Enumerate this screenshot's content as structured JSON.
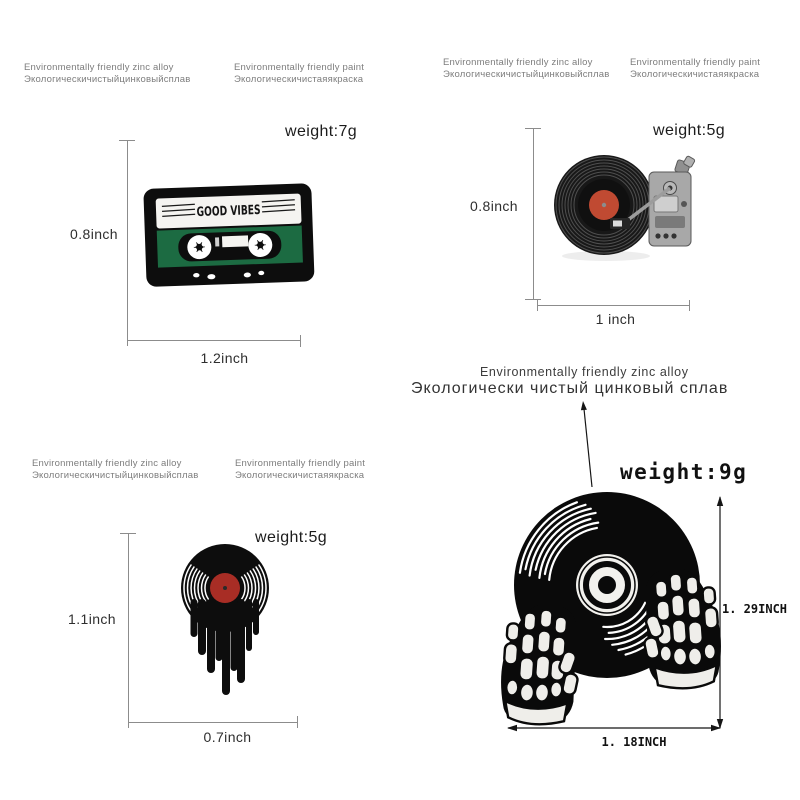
{
  "notes": {
    "zinc": {
      "en": "Environmentally friendly zinc alloy",
      "ru": "Экологическичистыйцинковыйсплав"
    },
    "paint": {
      "en": "Environmentally friendly paint",
      "ru": "Экологическичистаяякраска"
    },
    "center": {
      "en": "Environmentally friendly zinc alloy",
      "ru": "Экологически чистый цинковый сплав"
    }
  },
  "cassette": {
    "art_label": "GOOD VIBES",
    "weight": "weight:7g",
    "dim_height": "0.8inch",
    "dim_width": "1.2inch"
  },
  "turntable": {
    "weight": "weight:5g",
    "dim_height": "0.8inch",
    "dim_width": "1 inch"
  },
  "melting_record": {
    "weight": "weight:5g",
    "dim_height": "1.1inch",
    "dim_width": "0.7inch"
  },
  "skeleton_record": {
    "weight": "weight:9g",
    "dim_height": "1. 29INCH",
    "dim_width": "1. 18INCH"
  },
  "colors": {
    "cassette_green": "#1c6b42",
    "turntable_label_red": "#c04a32",
    "melting_label_red": "#a82d25",
    "tonearm_silver": "#a8a8a8",
    "pin_black": "#0d0d0d",
    "bone_white": "#efeeea",
    "measure_line_gray": "#8c8c8c",
    "note_text_gray": "#7d7d7d",
    "dim_text_dark": "#2e2e2e"
  }
}
